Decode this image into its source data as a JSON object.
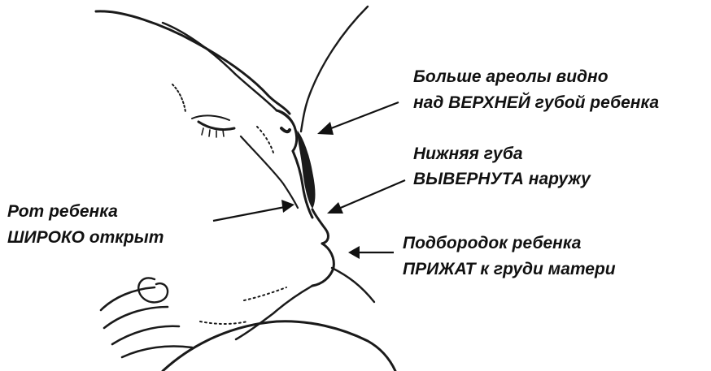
{
  "annotations": {
    "areola": {
      "line1": "Больше ареолы видно",
      "line2": "над ВЕРХНЕЙ губой ребенка"
    },
    "lower_lip": {
      "line1": "Нижняя губа",
      "line2": "ВЫВЕРНУТА наружу"
    },
    "mouth": {
      "line1": "Рот ребенка",
      "line2": "ШИРОКО открыт"
    },
    "chin": {
      "line1": "Подбородок ребенка",
      "line2": "ПРИЖАТ к груди матери"
    }
  },
  "colors": {
    "ink": "#111111",
    "background": "#ffffff"
  }
}
